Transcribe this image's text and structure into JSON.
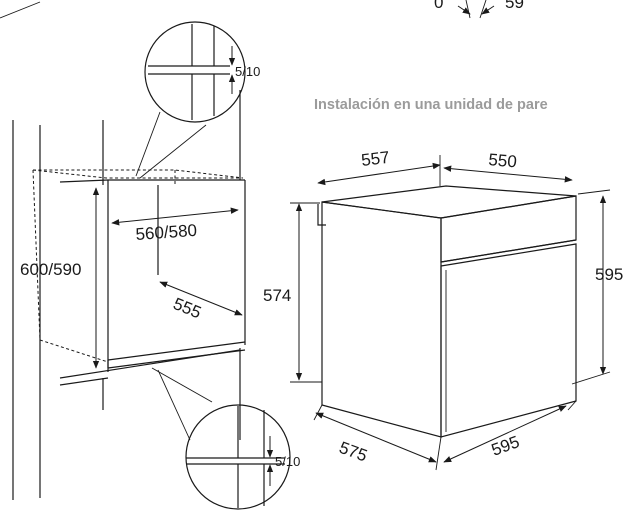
{
  "caption": "Instalación en una unidad de pare",
  "top_partial": {
    "left": "0",
    "right": "59"
  },
  "cabinet": {
    "height": "600/590",
    "width": "560/580",
    "depth": "555",
    "gap_top": "5/10",
    "gap_bottom": "5/10"
  },
  "oven": {
    "top_depth": "557",
    "top_width": "550",
    "body_height": "574",
    "front_height": "595",
    "bottom_depth": "575",
    "bottom_width": "595"
  },
  "colors": {
    "line": "#1a1a1a",
    "caption": "#9b9b9b",
    "glass_light": "#f2f2f2",
    "glass_dark": "#8a8a8a"
  }
}
